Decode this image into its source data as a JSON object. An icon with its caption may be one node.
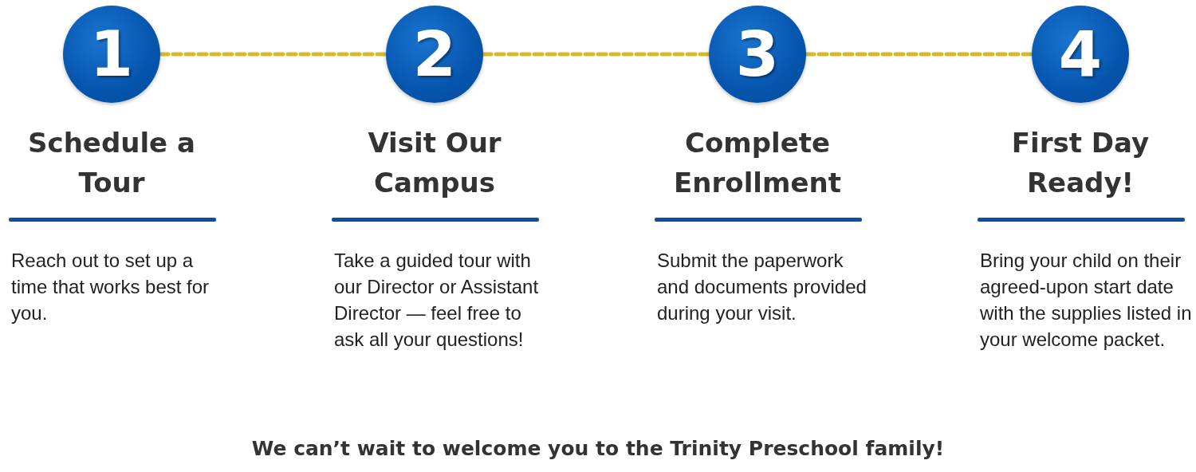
{
  "diagram": {
    "nodes": [
      {
        "text": [
          "1"
        ],
        "beside": [
          "Schedule a Tour",
          "Reach out to set up a time that works best for you."
        ]
      },
      {
        "text": [
          "2"
        ],
        "beside": [
          "Visit Our Campus",
          "Take a guided tour with our Director or Assistant Director — feel free to ask all your questions!"
        ]
      },
      {
        "text": [
          "3"
        ],
        "beside": [
          "Complete Enrollment",
          "Submit the paperwork and documents provided during your visit."
        ]
      },
      {
        "text": [
          "4"
        ],
        "beside": [
          "First Day Ready!",
          "Bring your child on their agreed-upon start date with the supplies listed in your welcome packet."
        ]
      }
    ],
    "edges": [
      {
        "from": 0,
        "to": 1,
        "arrow": "none",
        "style": "dashed"
      },
      {
        "from": 1,
        "to": 2,
        "arrow": "none",
        "style": "dashed"
      },
      {
        "from": 2,
        "to": 3,
        "arrow": "none",
        "style": "dashed"
      }
    ],
    "caption": "We can’t wait to welcome you to the Trinity Preschool family!"
  }
}
